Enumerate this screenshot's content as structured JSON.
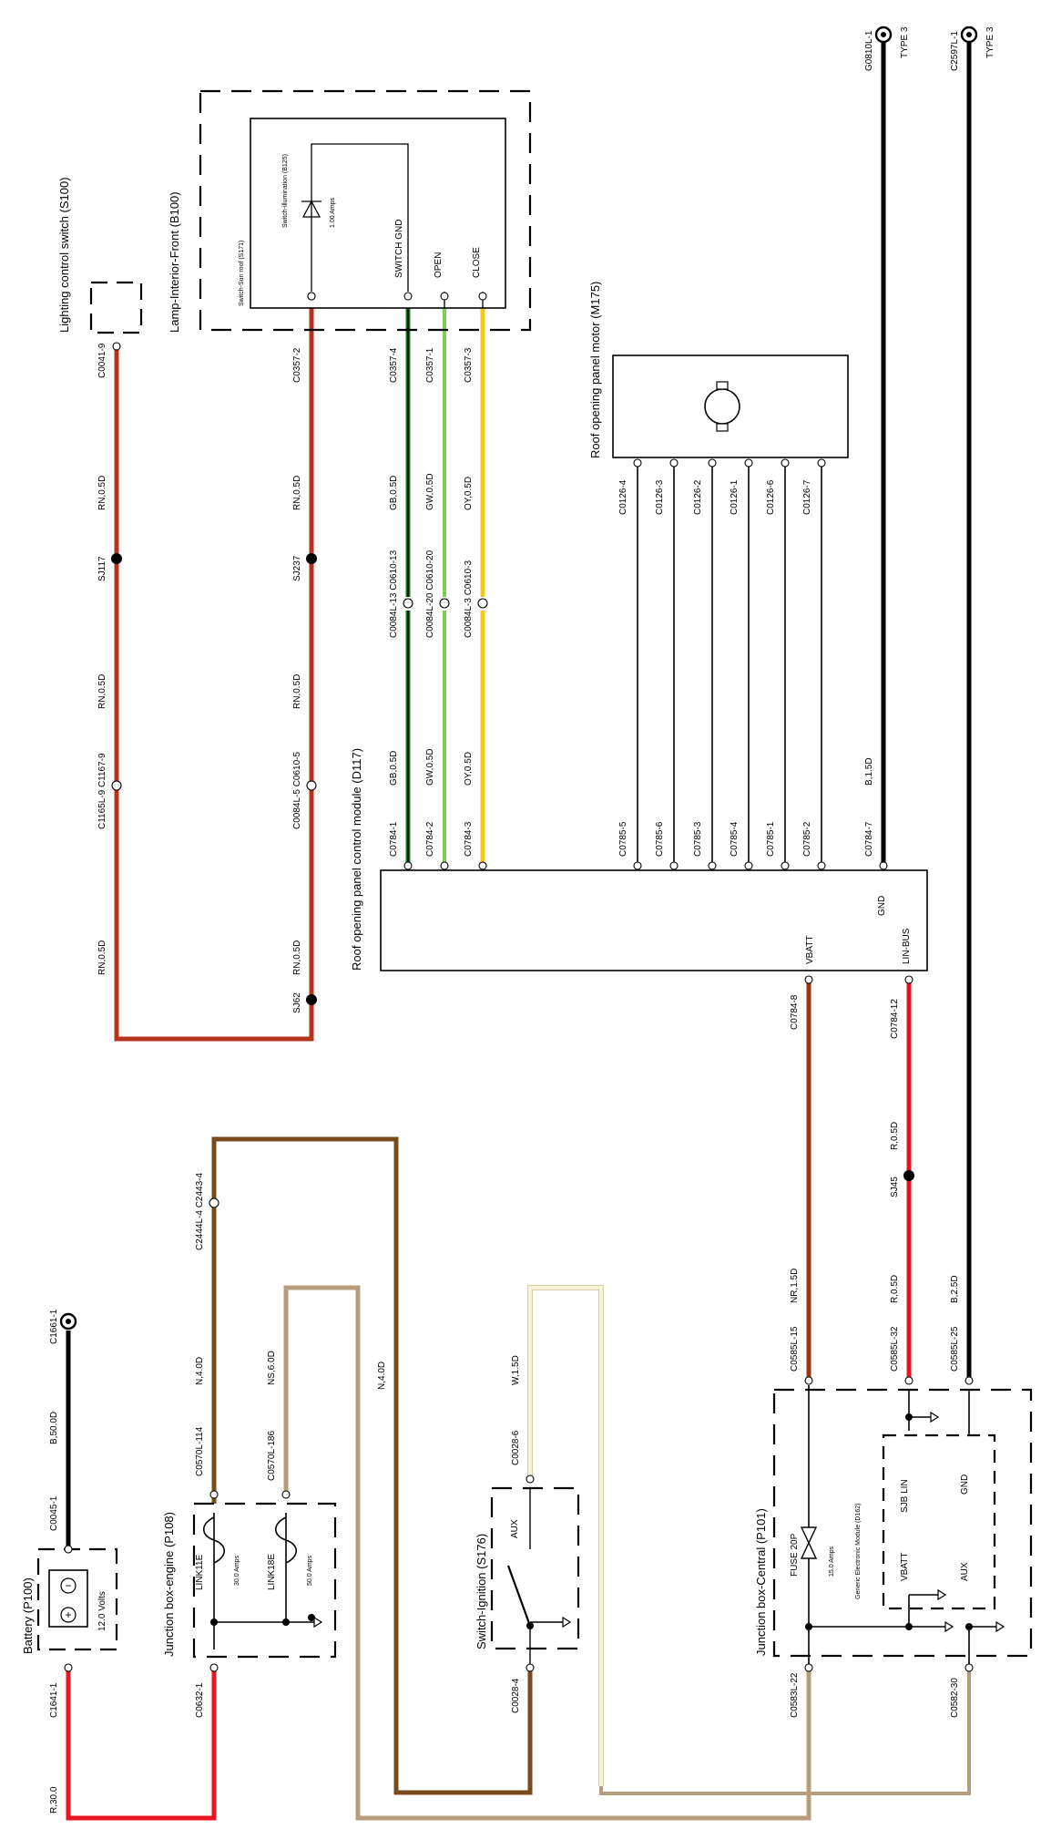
{
  "colors": {
    "rn": "#b5341c",
    "r": "#e8141e",
    "b": "#000000",
    "gb": "#157a1e",
    "gw": "#7fcf57",
    "oy": "#f2c81a",
    "n": "#7a4a1c",
    "ns": "#b49c7c",
    "w": "#f7f2d6",
    "nr": "#9c3514"
  },
  "components": {
    "lighting_switch": "Lighting control switch (S100)",
    "lamp_interior": "Lamp-Interior-Front (B100)",
    "sunroof_switch": "Switch-Sun roof (S171)",
    "switch_illum": "Switch-illumination (B125)",
    "switch_illum_amps": "1.00 Amps",
    "pin_switch_gnd": "SWITCH GND",
    "pin_open": "OPEN",
    "pin_close": "CLOSE",
    "motor": "Roof opening panel motor (M175)",
    "module": "Roof opening panel control module (D117)",
    "pin_vbatt": "VBATT",
    "pin_gnd": "GND",
    "pin_linbus": "LIN-BUS",
    "battery": "Battery (P100)",
    "battery_volts": "12.0 Volts",
    "jb_engine": "Junction box-engine (P108)",
    "link11e": "LINK11E",
    "link11e_amps": "30.0 Amps",
    "link18e": "LINK18E",
    "link18e_amps": "50.0 Amps",
    "ignition": "Switch-Ignition (S176)",
    "aux": "AUX",
    "jb_central": "Junction box-Central (P101)",
    "fuse20p": "FUSE 20P",
    "fuse20p_amps": "15.0 Amps",
    "gem": "Generic Electronic Module (D162)",
    "jb_vbatt": "VBATT",
    "jb_aux": "AUX",
    "sjb_lin": "SJB LIN",
    "jb_gnd": "GND",
    "g1": "G0810L-1",
    "g1_type": "TYPE 3",
    "g2": "C2597L-1",
    "g2_type": "TYPE 3"
  },
  "wire_labels": {
    "c0041_9": "C0041-9",
    "rn_a1": "RN,0.5D",
    "sj117": "SJ117",
    "rn_a2": "RN,0.5D",
    "c1165": "C1165L-9 C1167-9",
    "rn_a3": "RN,0.5D",
    "c0357_2": "C0357-2",
    "rn_b1": "RN,0.5D",
    "sj237": "SJ237",
    "rn_b2": "RN,0.5D",
    "c0084l_5": "C0084L-5 C0610-5",
    "rn_b3": "RN,0.5D",
    "sj62": "SJ62",
    "c0357_4": "C0357-4",
    "gb_1": "GB,0.5D",
    "c0084l_13": "C0084L-13 C0610-13",
    "gb_2": "GB,0.5D",
    "c0784_1": "C0784-1",
    "c0357_1": "C0357-1",
    "gw_1": "GW,0.5D",
    "c0084l_20": "C0084L-20 C0610-20",
    "gw_2": "GW,0.5D",
    "c0784_2": "C0784-2",
    "c0357_3": "C0357-3",
    "oy_1": "OY,0.5D",
    "c0084l_3": "C0084L-3 C0610-3",
    "oy_2": "OY,0.5D",
    "c0784_3": "C0784-3",
    "c0126_4": "C0126-4",
    "c0126_3": "C0126-3",
    "c0126_2": "C0126-2",
    "c0126_1": "C0126-1",
    "c0126_6": "C0126-6",
    "c0126_7": "C0126-7",
    "c0785_5": "C0785-5",
    "c0785_6": "C0785-6",
    "c0785_3": "C0785-3",
    "c0785_4": "C0785-4",
    "c0785_1": "C0785-1",
    "c0785_2": "C0785-2",
    "c0784_7": "C0784-7",
    "b15": "B,1.5D",
    "c0784_8": "C0784-8",
    "nr15": "NR,1.5D",
    "c0585_15": "C0585L-15",
    "c0784_12": "C0784-12",
    "r05a": "R,0.5D",
    "sj45": "SJ45",
    "r05b": "R,0.5D",
    "c0585_32": "C0585L-32",
    "b25": "B,2.5D",
    "c0585_25": "C0585L-25",
    "c1661": "C1661-1",
    "b50": "B,50.0D",
    "c0045": "C0045-1",
    "c1641": "C1641-1",
    "r30": "R,30.0",
    "c2444": "C2444L-4 C2443-4",
    "n40a": "N,4.0D",
    "c0570_114": "C0570L-114",
    "c0632": "C0632-1",
    "ns60": "NS,6.0D",
    "c0570_186": "C0570L-186",
    "n40b": "N,4.0D",
    "w15": "W,1.5D",
    "c0028_6": "C0028-6",
    "c0028_4": "C0028-4",
    "c0583_22": "C0583L-22",
    "c0582_30": "C0582-30"
  }
}
